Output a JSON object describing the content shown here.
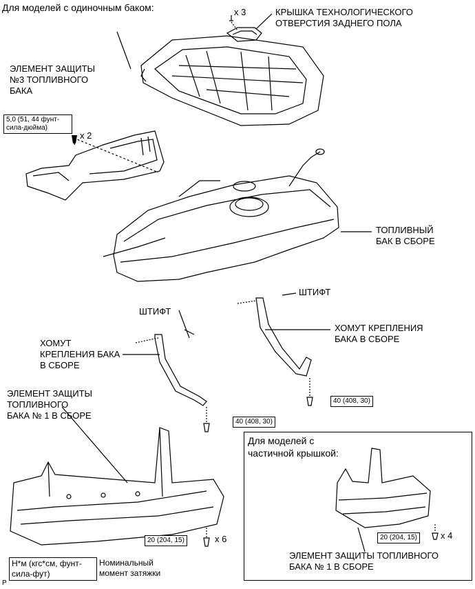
{
  "header": "Для моделей с одиночным баком:",
  "labels": {
    "x3": "x 3",
    "x2": "x 2",
    "x6": "x 6",
    "x4": "x 4",
    "cover": "КРЫШКА ТЕХНОЛОГИЧЕСКОГО\nОТВЕРСТИЯ ЗАДНЕГО ПОЛА",
    "protector3": "ЭЛЕМЕНТ ЗАЩИТЫ\n№3 ТОПЛИВНОГО\nБАКА",
    "tank": "ТОПЛИВНЫЙ\nБАК В СБОРЕ",
    "pin1": "ШТИФТ",
    "pin2": "ШТИФТ",
    "band_left": "ХОМУТ\nКРЕПЛЕНИЯ БАКА\nВ СБОРЕ",
    "band_right": "ХОМУТ КРЕПЛЕНИЯ\nБАКА В СБОРЕ",
    "protector1": "ЭЛЕМЕНТ ЗАЩИТЫ\nТОПЛИВНОГО\nБАКА № 1 В СБОРЕ",
    "inset_title": "Для моделей с\nчастичной крышкой:",
    "inset_protector": "ЭЛЕМЕНТ ЗАЩИТЫ ТОПЛИВНОГО\nБАКА № 1 В СБОРЕ",
    "legend_desc": "Номинальный\nмомент затяжки",
    "corner": "P"
  },
  "torque": {
    "t1": "5,0 (51, 44 фунт-\nсила-дюйма)",
    "t2": "40 (408, 30)",
    "t3": "40 (408, 30)",
    "t4": "20 (204, 15)",
    "t5": "20 (204, 15)",
    "legend": "Н*м (кгс*см, фунт-\nсила-фут)"
  }
}
